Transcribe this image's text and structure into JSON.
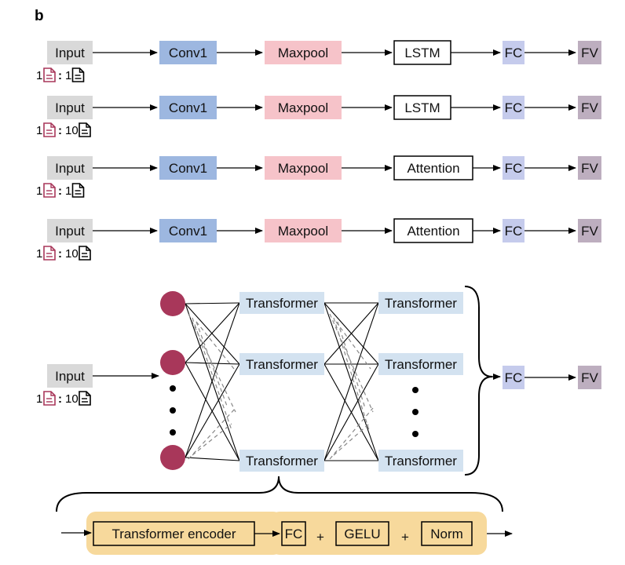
{
  "panel_label": "b",
  "colors": {
    "input": "#d9d9d9",
    "conv": "#9db7e0",
    "maxpool": "#f6c3c9",
    "fc": "#c5cbec",
    "fv": "#bdaebf",
    "transformer": "#d3e2f0",
    "node": "#a8375a",
    "encoder_group": "#f7d99c",
    "doc_red": "#a8375a"
  },
  "rows": [
    {
      "input": "Input",
      "conv": "Conv1",
      "pool": "Maxpool",
      "seq": "LSTM",
      "fc": "FC",
      "fv": "FV",
      "ratio_left": "1",
      "ratio_right": "1"
    },
    {
      "input": "Input",
      "conv": "Conv1",
      "pool": "Maxpool",
      "seq": "LSTM",
      "fc": "FC",
      "fv": "FV",
      "ratio_left": "1",
      "ratio_right": "10"
    },
    {
      "input": "Input",
      "conv": "Conv1",
      "pool": "Maxpool",
      "seq": "Attention",
      "fc": "FC",
      "fv": "FV",
      "ratio_left": "1",
      "ratio_right": "1"
    },
    {
      "input": "Input",
      "conv": "Conv1",
      "pool": "Maxpool",
      "seq": "Attention",
      "fc": "FC",
      "fv": "FV",
      "ratio_left": "1",
      "ratio_right": "10"
    }
  ],
  "transformer_block": {
    "input": "Input",
    "ratio_left": "1",
    "ratio_right": "10",
    "layer1": [
      "Transformer",
      "Transformer",
      "Transformer"
    ],
    "layer2": [
      "Transformer",
      "Transformer",
      "Transformer"
    ],
    "fc": "FC",
    "fv": "FV"
  },
  "encoder_detail": {
    "encoder": "Transformer encoder",
    "fc": "FC",
    "gelu": "GELU",
    "norm": "Norm",
    "plus": "+"
  }
}
